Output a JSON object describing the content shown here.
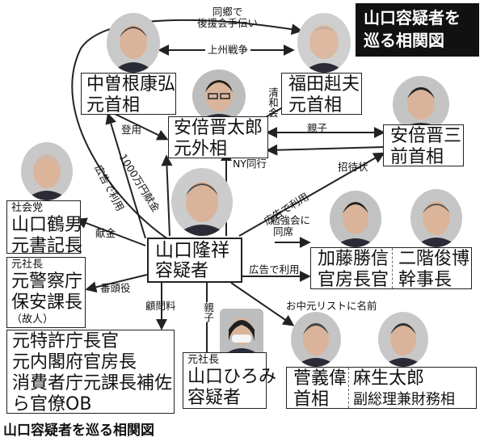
{
  "title": {
    "line1": "山口容疑者を",
    "line2": "巡る相関図"
  },
  "caption": "山口容疑者を巡る相関図",
  "nodes": {
    "nakasone": {
      "line1": "中曽根康弘",
      "line2": "元首相"
    },
    "fukuda": {
      "line1": "福田赳夫",
      "line2": "元首相"
    },
    "shintaro": {
      "line1": "安倍晋太郎",
      "line2": "元外相"
    },
    "shinzo": {
      "line1": "安倍晋三",
      "line2": "前首相"
    },
    "yamaguchi_tsuruo": {
      "tag": "社会党",
      "line1": "山口鶴男",
      "line2": "元書記長"
    },
    "police": {
      "tag": "元社長",
      "line1": "元警察庁",
      "line2": "保安課長",
      "note": "（故人）"
    },
    "yamaguchi_takayoshi": {
      "line1": "山口隆祥",
      "line2": "容疑者"
    },
    "kato": {
      "line1": "加藤勝信",
      "line2": "官房長官"
    },
    "nikai": {
      "line1": "二階俊博",
      "line2": "幹事長"
    },
    "officials": {
      "line1": "元特許庁長官",
      "line2": "元内閣府官房長",
      "line3": "消費者庁元課長補佐",
      "line4": "ら官僚OB"
    },
    "hiromi": {
      "tag": "元社長",
      "line1": "山口ひろみ",
      "line2": "容疑者"
    },
    "suga": {
      "line1": "菅義偉",
      "line2": "首相"
    },
    "aso": {
      "line1": "麻生太郎",
      "line2": "副総理兼財務相"
    }
  },
  "edges": {
    "hometown": {
      "line1": "同郷で",
      "line2": "後援会手伝い"
    },
    "joshu_war": "上州戦争",
    "seiwakai": "清和会",
    "appointed": "登用",
    "parent_child_top": "親子",
    "invitation": "招待状",
    "ny_trip": "NY同行",
    "ad_use_shinzo": "広告で利用",
    "ad_use_nakasone": "広告で利用",
    "donation_10m": "1000万円献金",
    "donation": "献金",
    "study_group": {
      "line1": "勉強会に",
      "line2": "同席"
    },
    "ad_use_kato": "広告で利用",
    "chief_aide": "番頭役",
    "advisor_fee": "顧問料",
    "parent_child_hiromi": "親子",
    "ochugen": "お中元リストに名前"
  },
  "photos": [
    "nakasone",
    "fukuda",
    "shintaro",
    "shinzo",
    "yamaguchi_tsuruo",
    "yamaguchi_takayoshi",
    "kato",
    "nikai",
    "hiromi",
    "suga",
    "aso"
  ],
  "colors": {
    "title_bg": "#111111",
    "line": "#222222",
    "skin": "#d9b49a",
    "suit": "#2b2b38",
    "hair": "#3a3a3a"
  }
}
